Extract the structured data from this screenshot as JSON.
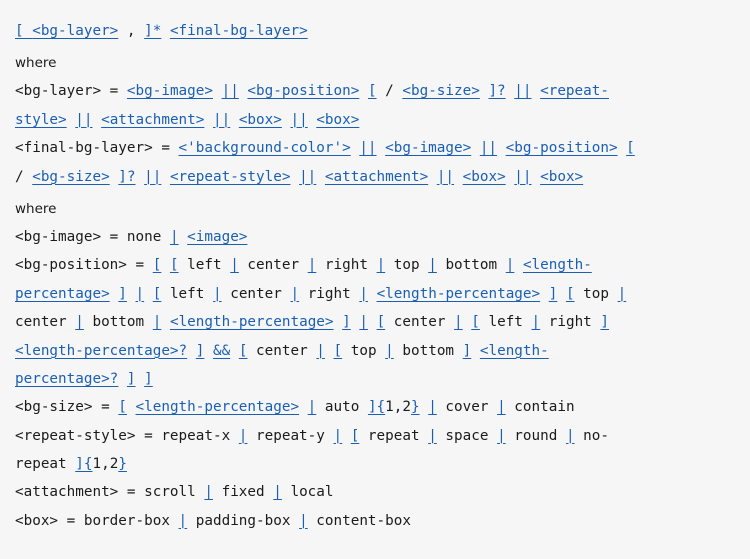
{
  "lines": [
    {
      "kind": "syntax",
      "segs": [
        {
          "t": "[ ",
          "c": "s"
        },
        {
          "t": "<bg-layer>",
          "c": "l"
        },
        {
          "t": " , ",
          "c": "t"
        },
        {
          "t": "]*",
          "c": "s"
        },
        {
          "t": " ",
          "c": "t"
        },
        {
          "t": "<final-bg-layer>",
          "c": "l"
        }
      ]
    },
    {
      "kind": "where",
      "text": "where"
    },
    {
      "kind": "syntax",
      "segs": [
        {
          "t": "<bg-layer> = ",
          "c": "t"
        },
        {
          "t": "<bg-image>",
          "c": "l"
        },
        {
          "t": " ",
          "c": "t"
        },
        {
          "t": "||",
          "c": "s"
        },
        {
          "t": " ",
          "c": "t"
        },
        {
          "t": "<bg-position>",
          "c": "l"
        },
        {
          "t": " ",
          "c": "t"
        },
        {
          "t": "[",
          "c": "s"
        },
        {
          "t": " / ",
          "c": "t"
        },
        {
          "t": "<bg-size>",
          "c": "l"
        },
        {
          "t": " ",
          "c": "t"
        },
        {
          "t": "]?",
          "c": "s"
        },
        {
          "t": " ",
          "c": "t"
        },
        {
          "t": "||",
          "c": "s"
        },
        {
          "t": " ",
          "c": "t"
        },
        {
          "t": "<repeat-",
          "c": "l"
        }
      ]
    },
    {
      "kind": "syntax",
      "segs": [
        {
          "t": "style>",
          "c": "l"
        },
        {
          "t": " ",
          "c": "t"
        },
        {
          "t": "||",
          "c": "s"
        },
        {
          "t": " ",
          "c": "t"
        },
        {
          "t": "<attachment>",
          "c": "l"
        },
        {
          "t": " ",
          "c": "t"
        },
        {
          "t": "||",
          "c": "s"
        },
        {
          "t": " ",
          "c": "t"
        },
        {
          "t": "<box>",
          "c": "l"
        },
        {
          "t": " ",
          "c": "t"
        },
        {
          "t": "||",
          "c": "s"
        },
        {
          "t": " ",
          "c": "t"
        },
        {
          "t": "<box>",
          "c": "l"
        }
      ]
    },
    {
      "kind": "syntax",
      "segs": [
        {
          "t": "<final-bg-layer> = ",
          "c": "t"
        },
        {
          "t": "<'background-color'>",
          "c": "l"
        },
        {
          "t": " ",
          "c": "t"
        },
        {
          "t": "||",
          "c": "s"
        },
        {
          "t": " ",
          "c": "t"
        },
        {
          "t": "<bg-image>",
          "c": "l"
        },
        {
          "t": " ",
          "c": "t"
        },
        {
          "t": "||",
          "c": "s"
        },
        {
          "t": " ",
          "c": "t"
        },
        {
          "t": "<bg-position>",
          "c": "l"
        },
        {
          "t": " ",
          "c": "t"
        },
        {
          "t": "[",
          "c": "s"
        }
      ]
    },
    {
      "kind": "syntax",
      "segs": [
        {
          "t": "/ ",
          "c": "t"
        },
        {
          "t": "<bg-size>",
          "c": "l"
        },
        {
          "t": " ",
          "c": "t"
        },
        {
          "t": "]?",
          "c": "s"
        },
        {
          "t": " ",
          "c": "t"
        },
        {
          "t": "||",
          "c": "s"
        },
        {
          "t": " ",
          "c": "t"
        },
        {
          "t": "<repeat-style>",
          "c": "l"
        },
        {
          "t": " ",
          "c": "t"
        },
        {
          "t": "||",
          "c": "s"
        },
        {
          "t": " ",
          "c": "t"
        },
        {
          "t": "<attachment>",
          "c": "l"
        },
        {
          "t": " ",
          "c": "t"
        },
        {
          "t": "||",
          "c": "s"
        },
        {
          "t": " ",
          "c": "t"
        },
        {
          "t": "<box>",
          "c": "l"
        },
        {
          "t": " ",
          "c": "t"
        },
        {
          "t": "||",
          "c": "s"
        },
        {
          "t": " ",
          "c": "t"
        },
        {
          "t": "<box>",
          "c": "l"
        }
      ]
    },
    {
      "kind": "where",
      "text": "where"
    },
    {
      "kind": "syntax",
      "segs": [
        {
          "t": "<bg-image> = none ",
          "c": "t"
        },
        {
          "t": "|",
          "c": "s"
        },
        {
          "t": " ",
          "c": "t"
        },
        {
          "t": "<image>",
          "c": "l"
        }
      ]
    },
    {
      "kind": "syntax",
      "segs": [
        {
          "t": "<bg-position> = ",
          "c": "t"
        },
        {
          "t": "[",
          "c": "s"
        },
        {
          "t": " ",
          "c": "t"
        },
        {
          "t": "[",
          "c": "s"
        },
        {
          "t": " left ",
          "c": "t"
        },
        {
          "t": "|",
          "c": "s"
        },
        {
          "t": " center ",
          "c": "t"
        },
        {
          "t": "|",
          "c": "s"
        },
        {
          "t": " right ",
          "c": "t"
        },
        {
          "t": "|",
          "c": "s"
        },
        {
          "t": " top ",
          "c": "t"
        },
        {
          "t": "|",
          "c": "s"
        },
        {
          "t": " bottom ",
          "c": "t"
        },
        {
          "t": "|",
          "c": "s"
        },
        {
          "t": " ",
          "c": "t"
        },
        {
          "t": "<length-",
          "c": "l"
        }
      ]
    },
    {
      "kind": "syntax",
      "segs": [
        {
          "t": "percentage>",
          "c": "l"
        },
        {
          "t": " ",
          "c": "t"
        },
        {
          "t": "]",
          "c": "s"
        },
        {
          "t": " ",
          "c": "t"
        },
        {
          "t": "|",
          "c": "s"
        },
        {
          "t": " ",
          "c": "t"
        },
        {
          "t": "[",
          "c": "s"
        },
        {
          "t": " left ",
          "c": "t"
        },
        {
          "t": "|",
          "c": "s"
        },
        {
          "t": " center ",
          "c": "t"
        },
        {
          "t": "|",
          "c": "s"
        },
        {
          "t": " right ",
          "c": "t"
        },
        {
          "t": "|",
          "c": "s"
        },
        {
          "t": " ",
          "c": "t"
        },
        {
          "t": "<length-percentage>",
          "c": "l"
        },
        {
          "t": " ",
          "c": "t"
        },
        {
          "t": "]",
          "c": "s"
        },
        {
          "t": " ",
          "c": "t"
        },
        {
          "t": "[",
          "c": "s"
        },
        {
          "t": " top ",
          "c": "t"
        },
        {
          "t": "|",
          "c": "s"
        }
      ]
    },
    {
      "kind": "syntax",
      "segs": [
        {
          "t": "center ",
          "c": "t"
        },
        {
          "t": "|",
          "c": "s"
        },
        {
          "t": " bottom ",
          "c": "t"
        },
        {
          "t": "|",
          "c": "s"
        },
        {
          "t": " ",
          "c": "t"
        },
        {
          "t": "<length-percentage>",
          "c": "l"
        },
        {
          "t": " ",
          "c": "t"
        },
        {
          "t": "]",
          "c": "s"
        },
        {
          "t": " ",
          "c": "t"
        },
        {
          "t": "|",
          "c": "s"
        },
        {
          "t": " ",
          "c": "t"
        },
        {
          "t": "[",
          "c": "s"
        },
        {
          "t": " center ",
          "c": "t"
        },
        {
          "t": "|",
          "c": "s"
        },
        {
          "t": " ",
          "c": "t"
        },
        {
          "t": "[",
          "c": "s"
        },
        {
          "t": " left ",
          "c": "t"
        },
        {
          "t": "|",
          "c": "s"
        },
        {
          "t": " right ",
          "c": "t"
        },
        {
          "t": "]",
          "c": "s"
        }
      ]
    },
    {
      "kind": "syntax",
      "segs": [
        {
          "t": "<length-percentage>?",
          "c": "l"
        },
        {
          "t": " ",
          "c": "t"
        },
        {
          "t": "]",
          "c": "s"
        },
        {
          "t": " ",
          "c": "t"
        },
        {
          "t": "&&",
          "c": "s"
        },
        {
          "t": " ",
          "c": "t"
        },
        {
          "t": "[",
          "c": "s"
        },
        {
          "t": " center ",
          "c": "t"
        },
        {
          "t": "|",
          "c": "s"
        },
        {
          "t": " ",
          "c": "t"
        },
        {
          "t": "[",
          "c": "s"
        },
        {
          "t": " top ",
          "c": "t"
        },
        {
          "t": "|",
          "c": "s"
        },
        {
          "t": " bottom ",
          "c": "t"
        },
        {
          "t": "]",
          "c": "s"
        },
        {
          "t": " ",
          "c": "t"
        },
        {
          "t": "<length-",
          "c": "l"
        }
      ]
    },
    {
      "kind": "syntax",
      "segs": [
        {
          "t": "percentage>?",
          "c": "l"
        },
        {
          "t": " ",
          "c": "t"
        },
        {
          "t": "]",
          "c": "s"
        },
        {
          "t": " ",
          "c": "t"
        },
        {
          "t": "]",
          "c": "s"
        }
      ]
    },
    {
      "kind": "syntax",
      "segs": [
        {
          "t": "<bg-size> = ",
          "c": "t"
        },
        {
          "t": "[",
          "c": "s"
        },
        {
          "t": " ",
          "c": "t"
        },
        {
          "t": "<length-percentage>",
          "c": "l"
        },
        {
          "t": " ",
          "c": "t"
        },
        {
          "t": "|",
          "c": "s"
        },
        {
          "t": " auto ",
          "c": "t"
        },
        {
          "t": "]{",
          "c": "s"
        },
        {
          "t": "1,2",
          "c": "t"
        },
        {
          "t": "}",
          "c": "s"
        },
        {
          "t": " ",
          "c": "t"
        },
        {
          "t": "|",
          "c": "s"
        },
        {
          "t": " cover ",
          "c": "t"
        },
        {
          "t": "|",
          "c": "s"
        },
        {
          "t": " contain",
          "c": "t"
        }
      ]
    },
    {
      "kind": "syntax",
      "segs": [
        {
          "t": "<repeat-style> = repeat-x ",
          "c": "t"
        },
        {
          "t": "|",
          "c": "s"
        },
        {
          "t": " repeat-y ",
          "c": "t"
        },
        {
          "t": "|",
          "c": "s"
        },
        {
          "t": " ",
          "c": "t"
        },
        {
          "t": "[",
          "c": "s"
        },
        {
          "t": " repeat ",
          "c": "t"
        },
        {
          "t": "|",
          "c": "s"
        },
        {
          "t": " space ",
          "c": "t"
        },
        {
          "t": "|",
          "c": "s"
        },
        {
          "t": " round ",
          "c": "t"
        },
        {
          "t": "|",
          "c": "s"
        },
        {
          "t": " no-",
          "c": "t"
        }
      ]
    },
    {
      "kind": "syntax",
      "segs": [
        {
          "t": "repeat ",
          "c": "t"
        },
        {
          "t": "]{",
          "c": "s"
        },
        {
          "t": "1,2",
          "c": "t"
        },
        {
          "t": "}",
          "c": "s"
        }
      ]
    },
    {
      "kind": "syntax",
      "segs": [
        {
          "t": "<attachment> = scroll ",
          "c": "t"
        },
        {
          "t": "|",
          "c": "s"
        },
        {
          "t": " fixed ",
          "c": "t"
        },
        {
          "t": "|",
          "c": "s"
        },
        {
          "t": " local",
          "c": "t"
        }
      ]
    },
    {
      "kind": "syntax",
      "segs": [
        {
          "t": "<box> = border-box ",
          "c": "t"
        },
        {
          "t": "|",
          "c": "s"
        },
        {
          "t": " padding-box ",
          "c": "t"
        },
        {
          "t": "|",
          "c": "s"
        },
        {
          "t": " content-box",
          "c": "t"
        }
      ]
    }
  ]
}
